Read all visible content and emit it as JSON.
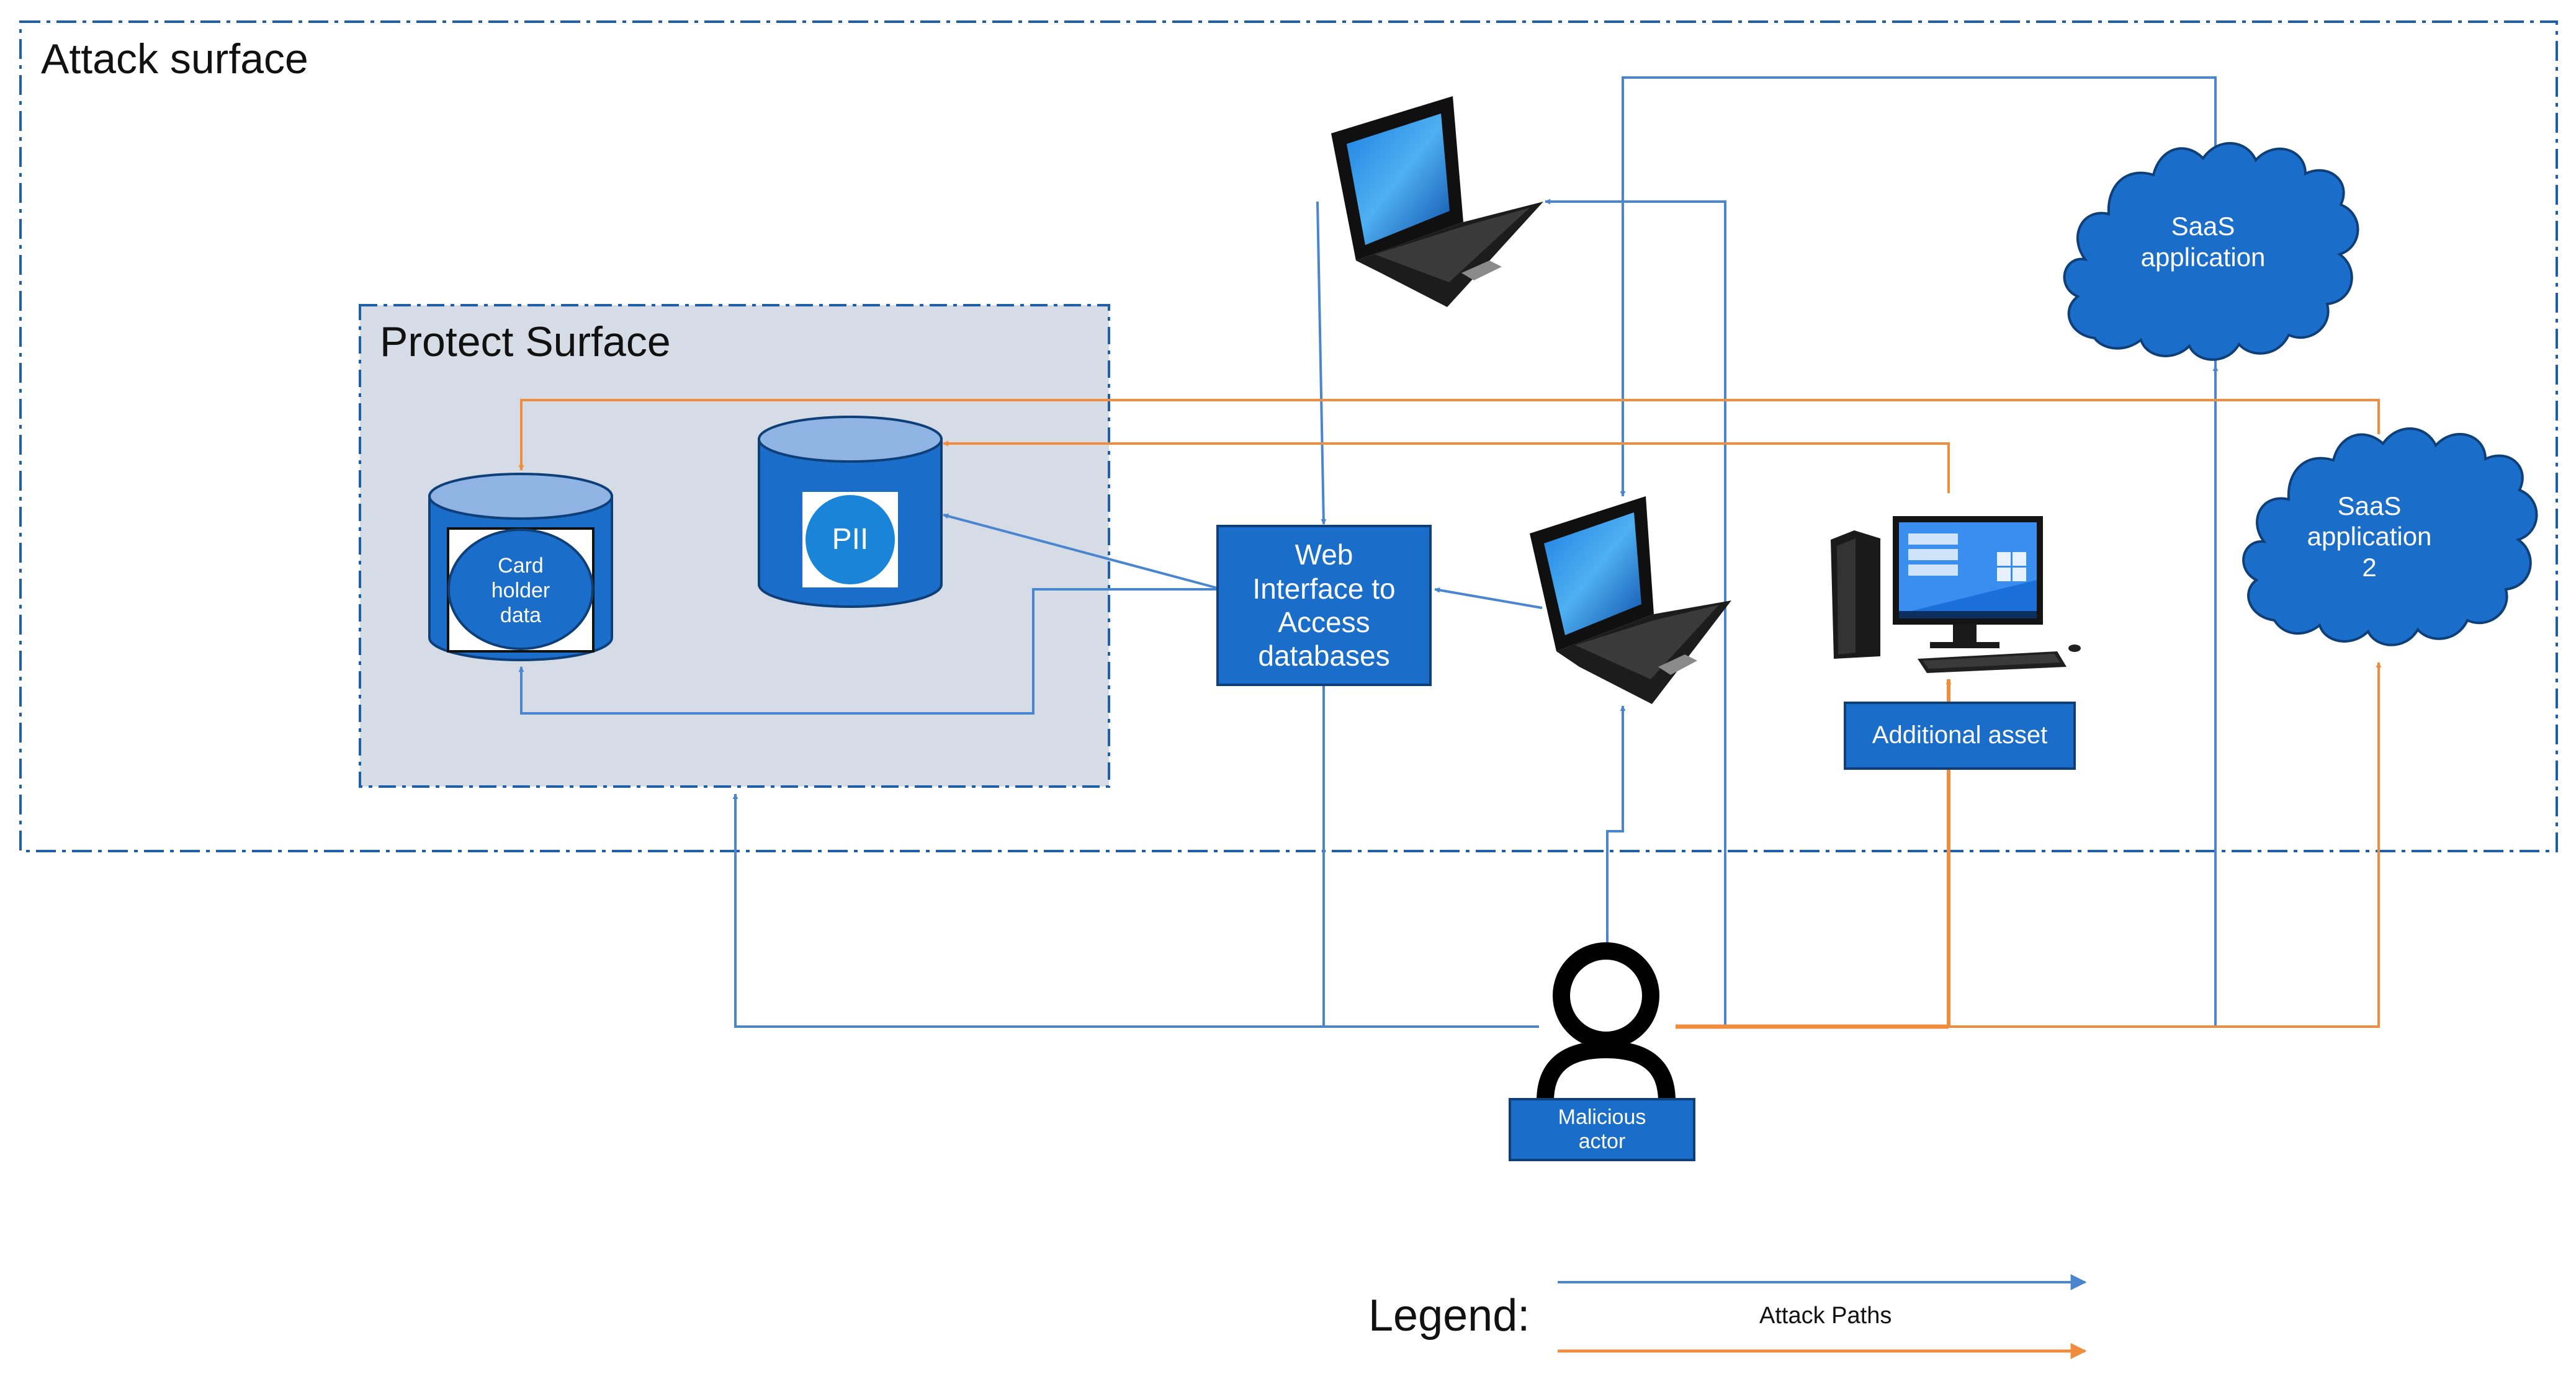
{
  "frames": {
    "attack_surface": "Attack surface",
    "protect_surface": "Protect Surface"
  },
  "assets": {
    "card_holder": [
      "Card",
      "holder",
      "data"
    ],
    "pii": "PII",
    "web_interface": [
      "Web",
      "Interface to",
      "Access",
      "databases"
    ],
    "saas_1": [
      "SaaS",
      "application"
    ],
    "saas_2": [
      "SaaS",
      "application",
      "2"
    ],
    "additional_asset": "Additional asset",
    "malicious_actor": [
      "Malicious",
      "actor"
    ]
  },
  "legend": {
    "title": "Legend:",
    "label": "Attack Paths"
  },
  "colors": {
    "blue_path": "#4a86d0",
    "orange_path": "#f08d3c",
    "box_fill": "#1a6dc8",
    "box_stroke": "#0e3f78",
    "protect_fill": "#d6dce6"
  },
  "icons": [
    "laptop-icon",
    "desktop-computer-icon",
    "person-icon",
    "cloud-icon",
    "database-icon"
  ]
}
